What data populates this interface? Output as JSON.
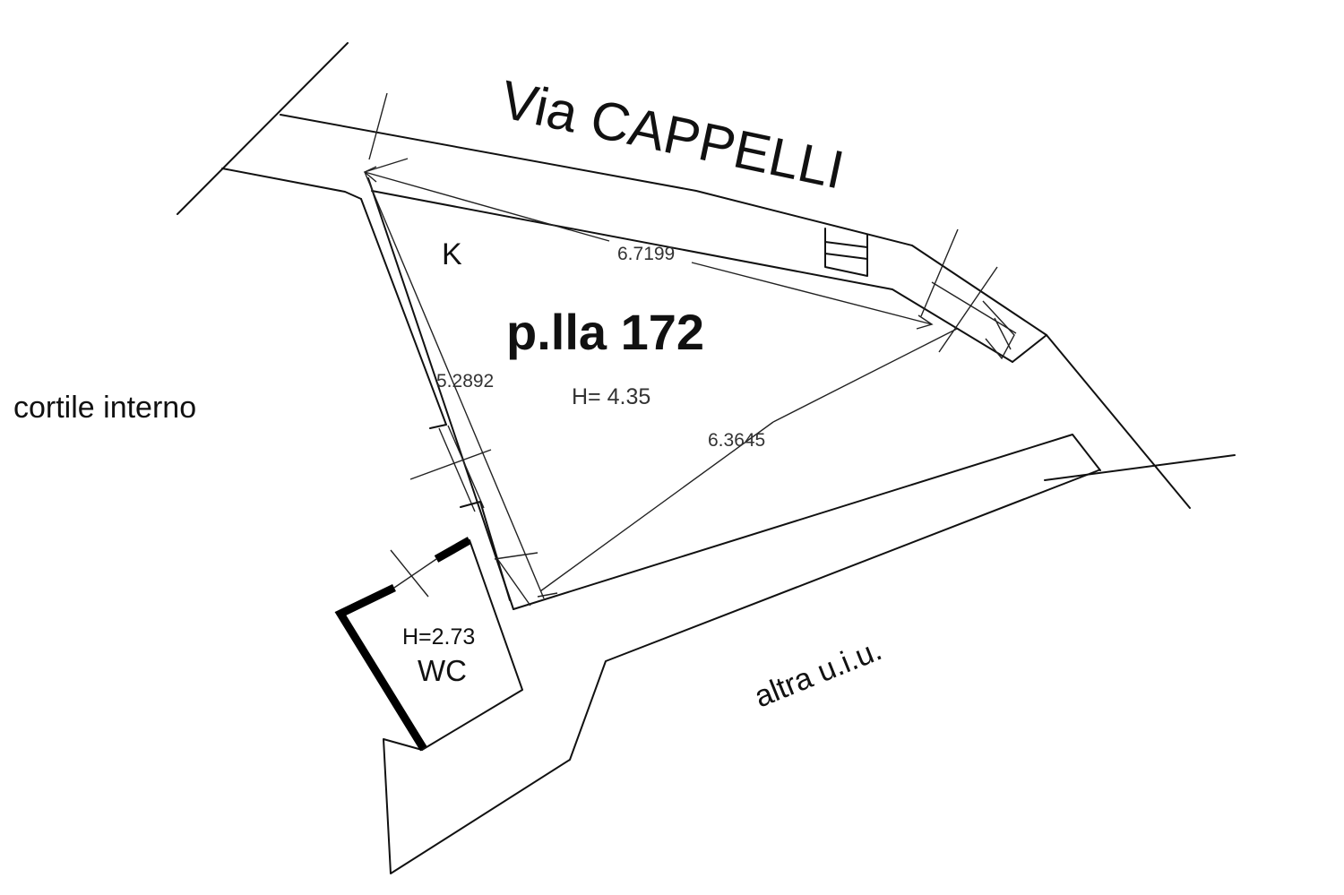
{
  "labels": {
    "street": "Via CAPPELLI",
    "parcel": "p.lla 172",
    "room_k": "K",
    "room_height": "H=  4.35",
    "courtyard": "cortile interno",
    "other_unit": "altra u.i.u.",
    "wc_height": "H=2.73",
    "wc": "WC"
  },
  "dimensions": {
    "top_side": "6.7199",
    "left_side": "5.2892",
    "bottom_side": "6.3645"
  }
}
